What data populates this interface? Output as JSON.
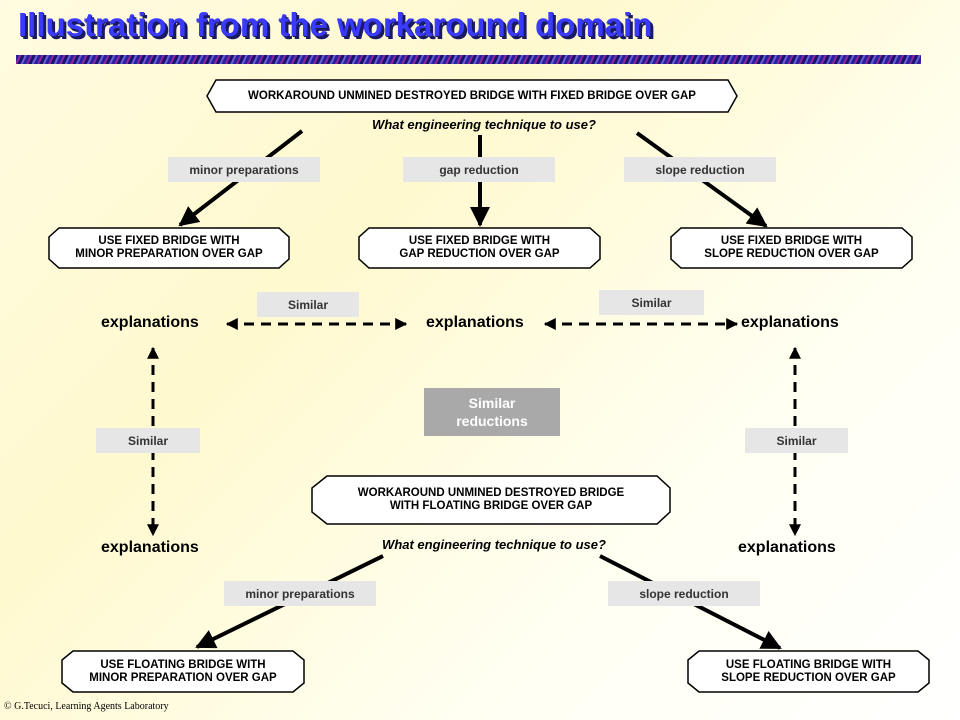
{
  "title": "Illustration from the workaround domain",
  "top_problem": {
    "text": "WORKAROUND  UNMINED DESTROYED BRIDGE WITH FIXED BRIDGE OVER GAP",
    "question": "What engineering technique to use?",
    "branches": [
      {
        "label": "minor preparations",
        "solution_line1": "USE FIXED BRIDGE WITH",
        "solution_line2": "MINOR PREPARATION OVER GAP"
      },
      {
        "label": "gap reduction",
        "solution_line1": "USE FIXED BRIDGE WITH",
        "solution_line2": "GAP REDUCTION OVER GAP"
      },
      {
        "label": "slope reduction",
        "solution_line1": "USE FIXED BRIDGE WITH",
        "solution_line2": "SLOPE REDUCTION OVER GAP"
      }
    ]
  },
  "explanations": {
    "top_left": "explanations",
    "top_center": "explanations",
    "top_right": "explanations",
    "bottom_left": "explanations",
    "bottom_right": "explanations"
  },
  "similar_labels": {
    "top_left": "Similar",
    "top_right": "Similar",
    "left": "Similar",
    "right": "Similar"
  },
  "similar_reductions": {
    "line1": "Similar",
    "line2": "reductions"
  },
  "bottom_problem": {
    "line1": "WORKAROUND  UNMINED DESTROYED BRIDGE",
    "line2": "WITH FLOATING BRIDGE OVER GAP",
    "question": "What engineering technique to use?",
    "branches": [
      {
        "label": "minor preparations",
        "solution_line1": "USE FLOATING BRIDGE WITH",
        "solution_line2": "MINOR PREPARATION OVER GAP"
      },
      {
        "label": "slope reduction",
        "solution_line1": "USE FLOATING BRIDGE WITH",
        "solution_line2": "SLOPE REDUCTION OVER GAP"
      }
    ]
  },
  "footer": "© G.Tecuci, Learning Agents Laboratory"
}
